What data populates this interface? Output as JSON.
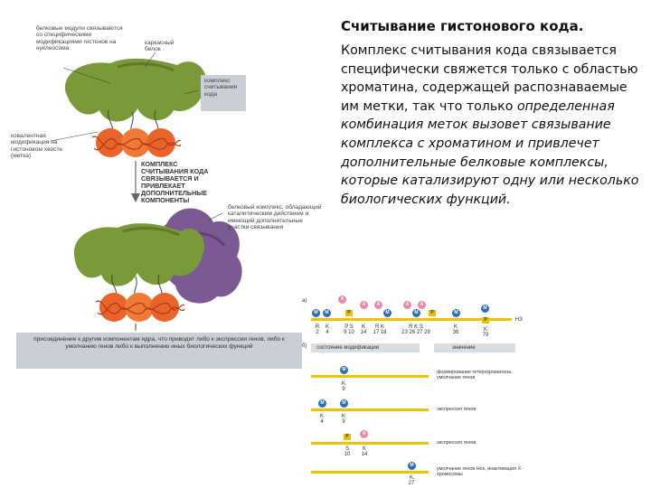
{
  "slide": {
    "title": "Считывание гистонового кода.",
    "paragraph": {
      "p1": "Комплекс считывания кода связывается специфически свяжется только с областью хроматина, содержащей распознаваемые им метки, так что только ",
      "p2": "определенная комбинация меток вызовет связывание комплекса с хроматином и привлечет дополнительные белковые комплексы, которые катализируют одну или несколько биологических функций."
    }
  },
  "figure_left": {
    "label_modules": "белковые модули связываются со специфическими модификациями гистонов на нуклеосома",
    "label_scaffold": "каркасный белок",
    "label_complex": "комплекс считывания кода",
    "label_modification": "ковалентная модификация на гистоновом хвосте (метка)",
    "label_caps": "КОМПЛЕКС СЧИТЫВАНИЯ КОДА СВЯЗЫВАЕТСЯ И ПРИВЛЕКАЕТ ДОПОЛНИТЕЛЬНЫЕ КОМПОНЕНТЫ",
    "label_extra_complex": "белковый комплекс, обладающий каталитическим действием и имеющий дополнительные участки связывания",
    "bottom_box": "присоединение к другим компонентам ядра, что приводит либо к экспрессии генов, либо к умолчанию генов либо к выполнению иных биологических функций",
    "colors": {
      "green": "#7a9a3a",
      "purple": "#7b5a93",
      "orange": "#e8642a",
      "box": "#c9cfd4"
    }
  },
  "figure_right": {
    "label_a": "а)",
    "label_b": "б)",
    "h3": "H3",
    "residues_top": [
      {
        "aa": "R",
        "num": "2"
      },
      {
        "aa": "K",
        "num": "4"
      },
      {
        "aa": "P S",
        "num": "9 10"
      },
      {
        "aa": "K",
        "num": "14"
      },
      {
        "aa": "R K",
        "num": "17 18"
      },
      {
        "aa": "R K S",
        "num": "23 26 27 28"
      },
      {
        "aa": "K",
        "num": "36"
      },
      {
        "aa": "K",
        "num": "79"
      }
    ],
    "state_label": "состояние модификации",
    "meaning_label": "значение",
    "rows": [
      {
        "marks": [
          {
            "aa": "K",
            "num": "9"
          }
        ],
        "meaning": "формирование гетерохроматина, умолчание генов"
      },
      {
        "marks": [
          {
            "aa": "K",
            "num": "4"
          },
          {
            "aa": "K",
            "num": "9"
          }
        ],
        "meaning": "экспрессия генов"
      },
      {
        "marks": [
          {
            "aa": "S",
            "num": "10"
          },
          {
            "aa": "K",
            "num": "14"
          }
        ],
        "meaning": "экспрессия генов"
      },
      {
        "marks": [
          {
            "aa": "K",
            "num": "27"
          }
        ],
        "meaning": "умолчание генов Hox, инактивация X-хромосомы"
      }
    ],
    "mark_letters": {
      "acetyl": "A",
      "phospho": "P",
      "methyl": "M"
    }
  }
}
